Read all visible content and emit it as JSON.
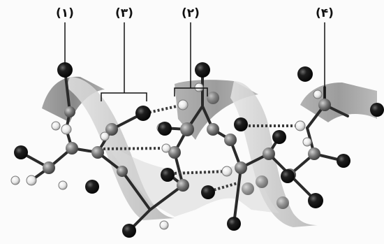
{
  "callouts": {
    "label_1": "(۱)",
    "label_3": "(۳)",
    "label_2": "(۲)",
    "label_4": "(۴)"
  },
  "colors": {
    "ribbon_light": "#cfcfcf",
    "ribbon_dark": "#8a8a8a",
    "oxygen_atom": "#151515",
    "carbon_atom": "#7a7a7a",
    "hydrogen_atom": "#f2f2f2",
    "backbone_bond": "#2a2a2a",
    "hydrogen_bond": "#3a3a3a"
  }
}
